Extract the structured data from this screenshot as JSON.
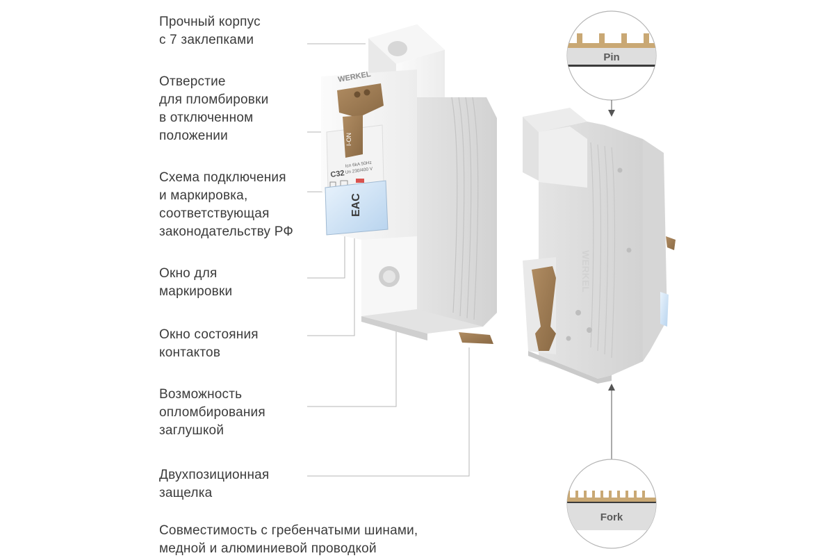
{
  "labels": [
    "Прочный корпус\nс 7 заклепками",
    "Отверстие\nдля пломбировки\nв отключенном\nположении",
    "Схема подключения\nи маркировка,\nсоответствующая\nзаконодательству РФ",
    "Окно для\nмаркировки",
    "Окно состояния\nконтактов",
    "Возможность\nопломбирования\nзаглушкой",
    "Двухпозиционная\nзащелка",
    "Совместимость с гребенчатыми шинами,\nмедной и алюминиевой проводкой"
  ],
  "device": {
    "brand": "WERKEL",
    "toggle_text": "I-ON",
    "rating": "C32",
    "spec_line_1": "Icn 6kA 50Hz",
    "spec_line_2": "Un 230/400 V",
    "cert_mark": "EAC"
  },
  "busbars": {
    "pin_label": "Pin",
    "fork_label": "Fork"
  },
  "colors": {
    "text": "#3b3b3b",
    "leader": "#b5b5b5",
    "body": "#f1f1f1",
    "body_shade": "#dcdcdc",
    "latch": "#a07d55",
    "window": "#cfe3f5"
  }
}
